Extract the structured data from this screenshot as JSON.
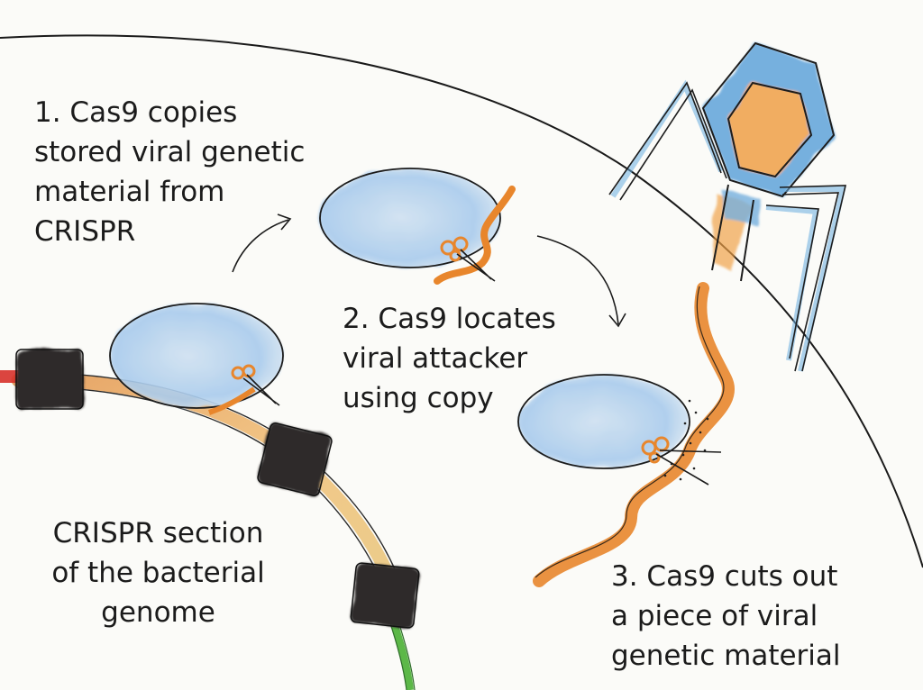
{
  "diagram": {
    "title": "",
    "labels": {
      "step1": [
        "1. Cas9 copies",
        "stored viral genetic",
        "material from",
        "CRISPR"
      ],
      "step2": [
        "2. Cas9 locates",
        "viral attacker",
        "using copy"
      ],
      "step3": [
        "3. Cas9 cuts out",
        "a piece of viral",
        "genetic material"
      ],
      "crispr": [
        "CRISPR section",
        "of the bacterial",
        "genome"
      ]
    },
    "colors": {
      "cas9_fill": "#9cc3e6",
      "rna_strand": "#e8862c",
      "crispr_block": "#2e2c2b",
      "genome_start": "#d8322b",
      "genome_end": "#5cb848",
      "virus_body": "#5b9fd8",
      "virus_core": "#f2a041",
      "ink": "#161616"
    },
    "icons": [
      "scissors-icon",
      "bacteriophage-icon"
    ]
  }
}
